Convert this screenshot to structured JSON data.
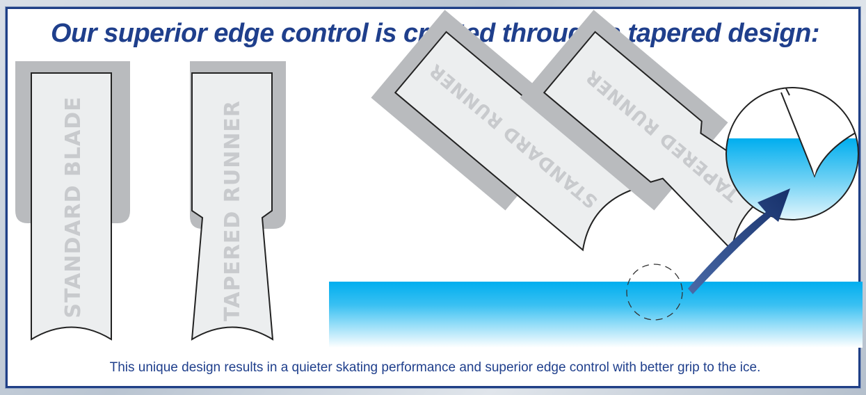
{
  "headline": "Our superior edge control is created through a tapered design:",
  "caption": "This unique design results in a quieter skating performance and superior edge control with better grip to the ice.",
  "labels": {
    "standard_blade": "STANDARD BLADE",
    "tapered_runner": "TAPERED RUNNER",
    "standard_runner": "STANDARD RUNNER",
    "tapered_runner_tilted": "TAPERED RUNNER"
  },
  "colors": {
    "headline": "#1f3f8c",
    "border": "#1f3f86",
    "holder_gray": "#b9bbbe",
    "ice": "#00aeef",
    "arrow": "#1e3f7a"
  }
}
